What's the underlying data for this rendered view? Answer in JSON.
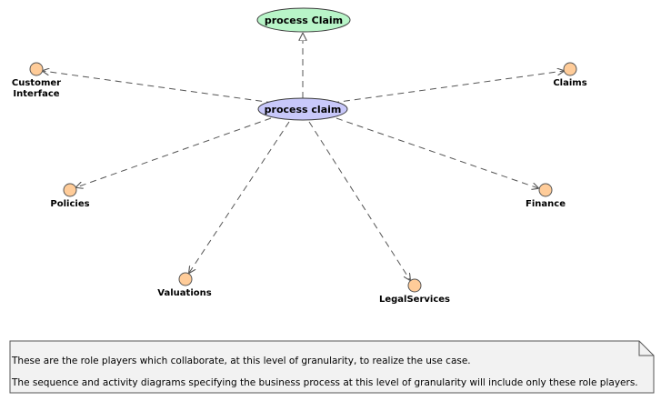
{
  "diagram": {
    "parent_usecase": {
      "label": "process  Claim",
      "fill": "#b8f5c8",
      "stroke": "#3a3a3a"
    },
    "main_usecase": {
      "label": "process  claim",
      "fill": "#c8c8fa",
      "stroke": "#3a3a3a"
    },
    "actor_style": {
      "fill": "#ffcc99",
      "stroke": "#555555"
    },
    "line_color": "#555555",
    "actors": [
      {
        "id": "customer-interface",
        "label_lines": [
          "Customer",
          "Interface"
        ]
      },
      {
        "id": "claims",
        "label_lines": [
          "Claims"
        ]
      },
      {
        "id": "policies",
        "label_lines": [
          "Policies"
        ]
      },
      {
        "id": "finance",
        "label_lines": [
          "Finance"
        ]
      },
      {
        "id": "valuations",
        "label_lines": [
          "Valuations"
        ]
      },
      {
        "id": "legalservices",
        "label_lines": [
          "LegalServices"
        ]
      }
    ]
  },
  "note": {
    "line1": "These are the role players which collaborate, at this level of granularity, to realize the use case.",
    "line2": "The sequence and activity diagrams specifying the business process at this level of granularity will include only these role players.",
    "fill": "#f2f2f2",
    "stroke": "#555555"
  }
}
